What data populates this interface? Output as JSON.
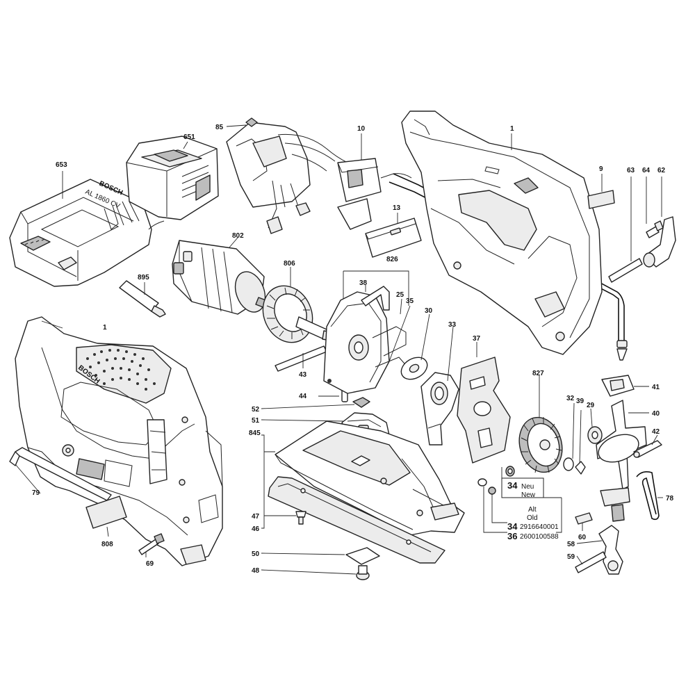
{
  "callouts": {
    "c1a": "1",
    "c1b": "1",
    "c9": "9",
    "c10": "10",
    "c13": "13",
    "c25": "25",
    "c29": "29",
    "c30": "30",
    "c32": "32",
    "c33": "33",
    "c35": "35",
    "c37": "37",
    "c38": "38",
    "c39": "39",
    "c40": "40",
    "c41": "41",
    "c42": "42",
    "c43": "43",
    "c44": "44",
    "c46": "46",
    "c47": "47",
    "c48": "48",
    "c50": "50",
    "c51": "51",
    "c52": "52",
    "c58": "58",
    "c59": "59",
    "c60": "60",
    "c62": "62",
    "c63": "63",
    "c64": "64",
    "c69": "69",
    "c78": "78",
    "c79": "79",
    "c85": "85",
    "c651": "651",
    "c653": "653",
    "c802": "802",
    "c806": "806",
    "c808": "808",
    "c826": "826",
    "c827": "827",
    "c845": "845",
    "c895": "895"
  },
  "new_box": {
    "num": "34",
    "de": "Neu",
    "en": "New"
  },
  "old_box": {
    "de": "Alt",
    "en": "Old",
    "rows": [
      {
        "num": "34",
        "code": "2916640001"
      },
      {
        "num": "36",
        "code": "2600100588"
      }
    ]
  },
  "brand": {
    "tool": "BOSCH",
    "charger": "BOSCH",
    "charger_model": "AL 1860 CV"
  }
}
